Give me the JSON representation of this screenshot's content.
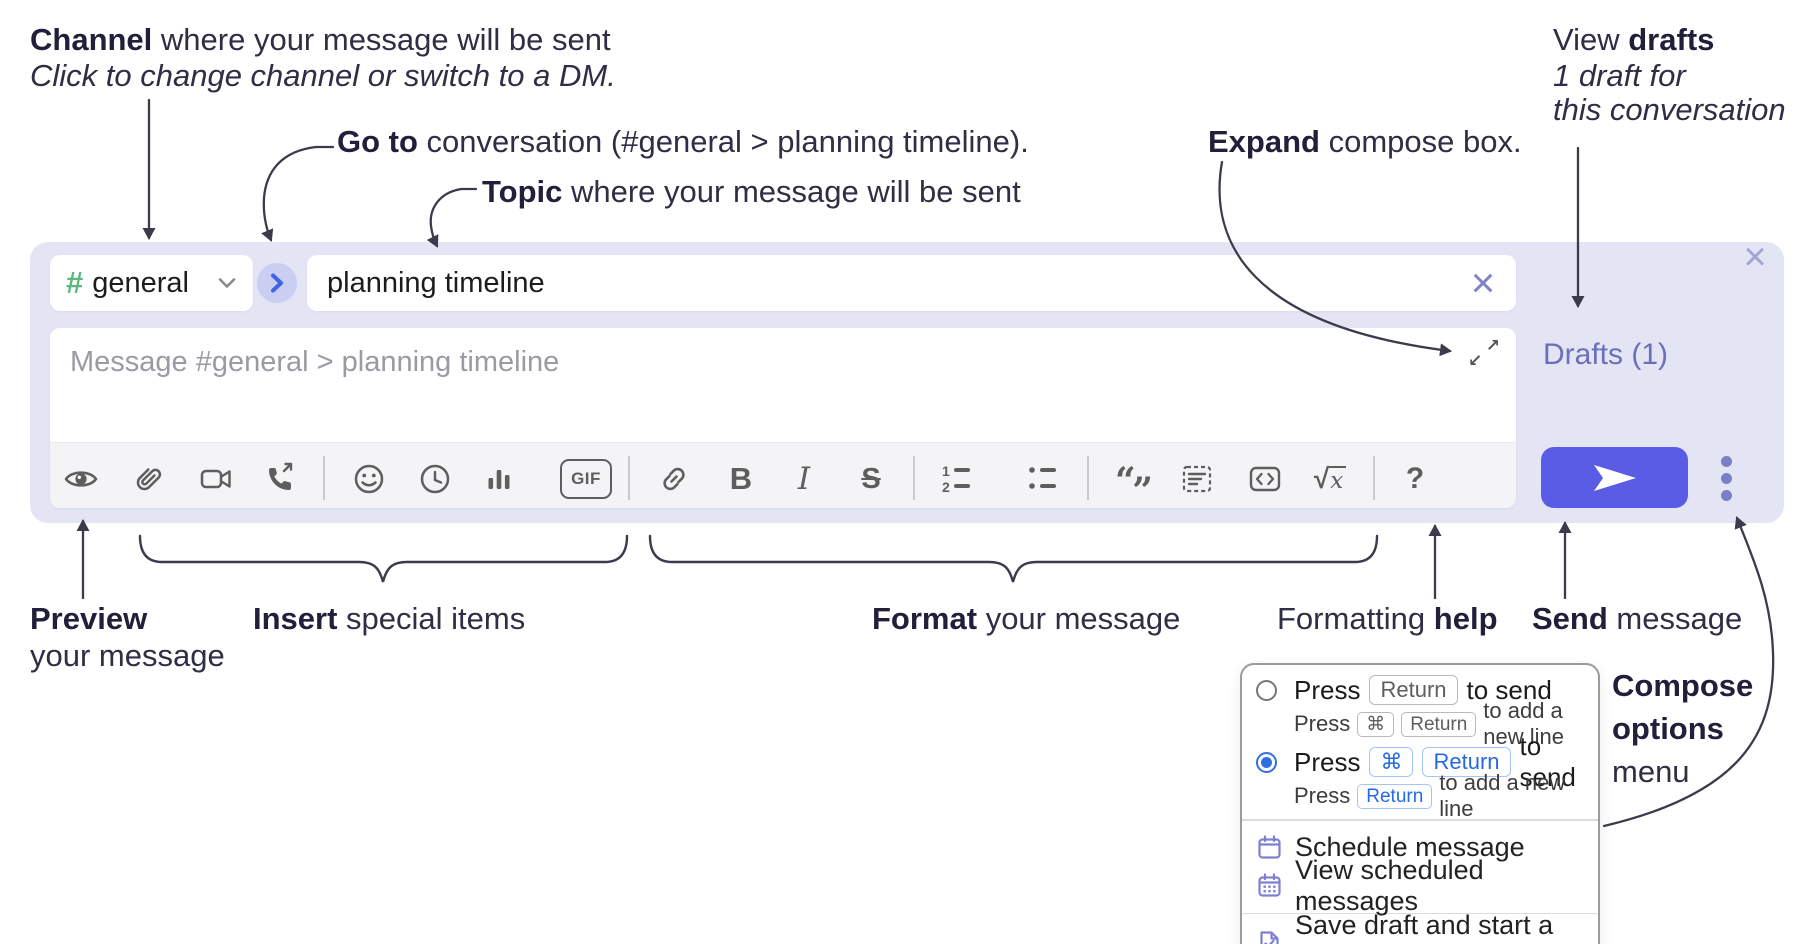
{
  "annotations": {
    "channel": {
      "bold": "Channel",
      "rest": " where your message will be sent",
      "sub": "Click to change channel or switch to a DM."
    },
    "goto": {
      "bold": "Go to",
      "rest": " conversation (#general > planning timeline)."
    },
    "topic": {
      "bold": "Topic",
      "rest": " where your message will be sent"
    },
    "expand": {
      "bold": "Expand",
      "rest": " compose box."
    },
    "drafts": {
      "pre": "View ",
      "bold": "drafts",
      "line2": "1 draft for",
      "line3": "this conversation"
    },
    "preview": {
      "bold": "Preview",
      "line2": "your message"
    },
    "insert": {
      "bold": "Insert",
      "rest": " special items"
    },
    "format": {
      "bold": "Format",
      "rest": " your message"
    },
    "help": {
      "pre": "Formatting ",
      "bold": "help"
    },
    "send": {
      "bold": "Send",
      "rest": " message"
    },
    "compose_menu": {
      "bold1": "Compose",
      "bold2": "options",
      "rest": "menu"
    }
  },
  "composer": {
    "channel_hash": "#",
    "channel_name": "general",
    "topic_value": "planning timeline",
    "topic_clear": "×",
    "close": "×",
    "message_placeholder": "Message #general > planning timeline",
    "expand_ne": "↗",
    "expand_sw": "↙",
    "drafts_link": "Drafts (1)",
    "toolbar": {
      "gif": "GIF",
      "bold": "B",
      "italic": "I",
      "strike": "S",
      "quote_open": "“",
      "quote_close": "”",
      "formula_root": "√",
      "formula_x": "x",
      "help": "?"
    }
  },
  "menu": {
    "option1": {
      "main_pre": "Press",
      "main_key": "Return",
      "main_post": "to send",
      "sub_pre": "Press",
      "sub_key1": "⌘",
      "sub_key2": "Return",
      "sub_post": "to add a new line"
    },
    "option2": {
      "main_pre": "Press",
      "main_key1": "⌘",
      "main_key2": "Return",
      "main_post": "to send",
      "sub_pre": "Press",
      "sub_key": "Return",
      "sub_post": "to add a new line"
    },
    "item_schedule": "Schedule message",
    "item_view_scheduled": "View scheduled messages",
    "item_save_draft": "Save draft and start a new message"
  },
  "colors": {
    "container_bg": "#E3E5F4",
    "send_accent": "#5A5CE6",
    "link_purple": "#6B6EB9",
    "radio_blue": "#2F6FE4",
    "menu_icon_purple": "#7D80D0",
    "hash_green": "#5CB87F",
    "circle_arrow_blue": "#3F66E0"
  }
}
